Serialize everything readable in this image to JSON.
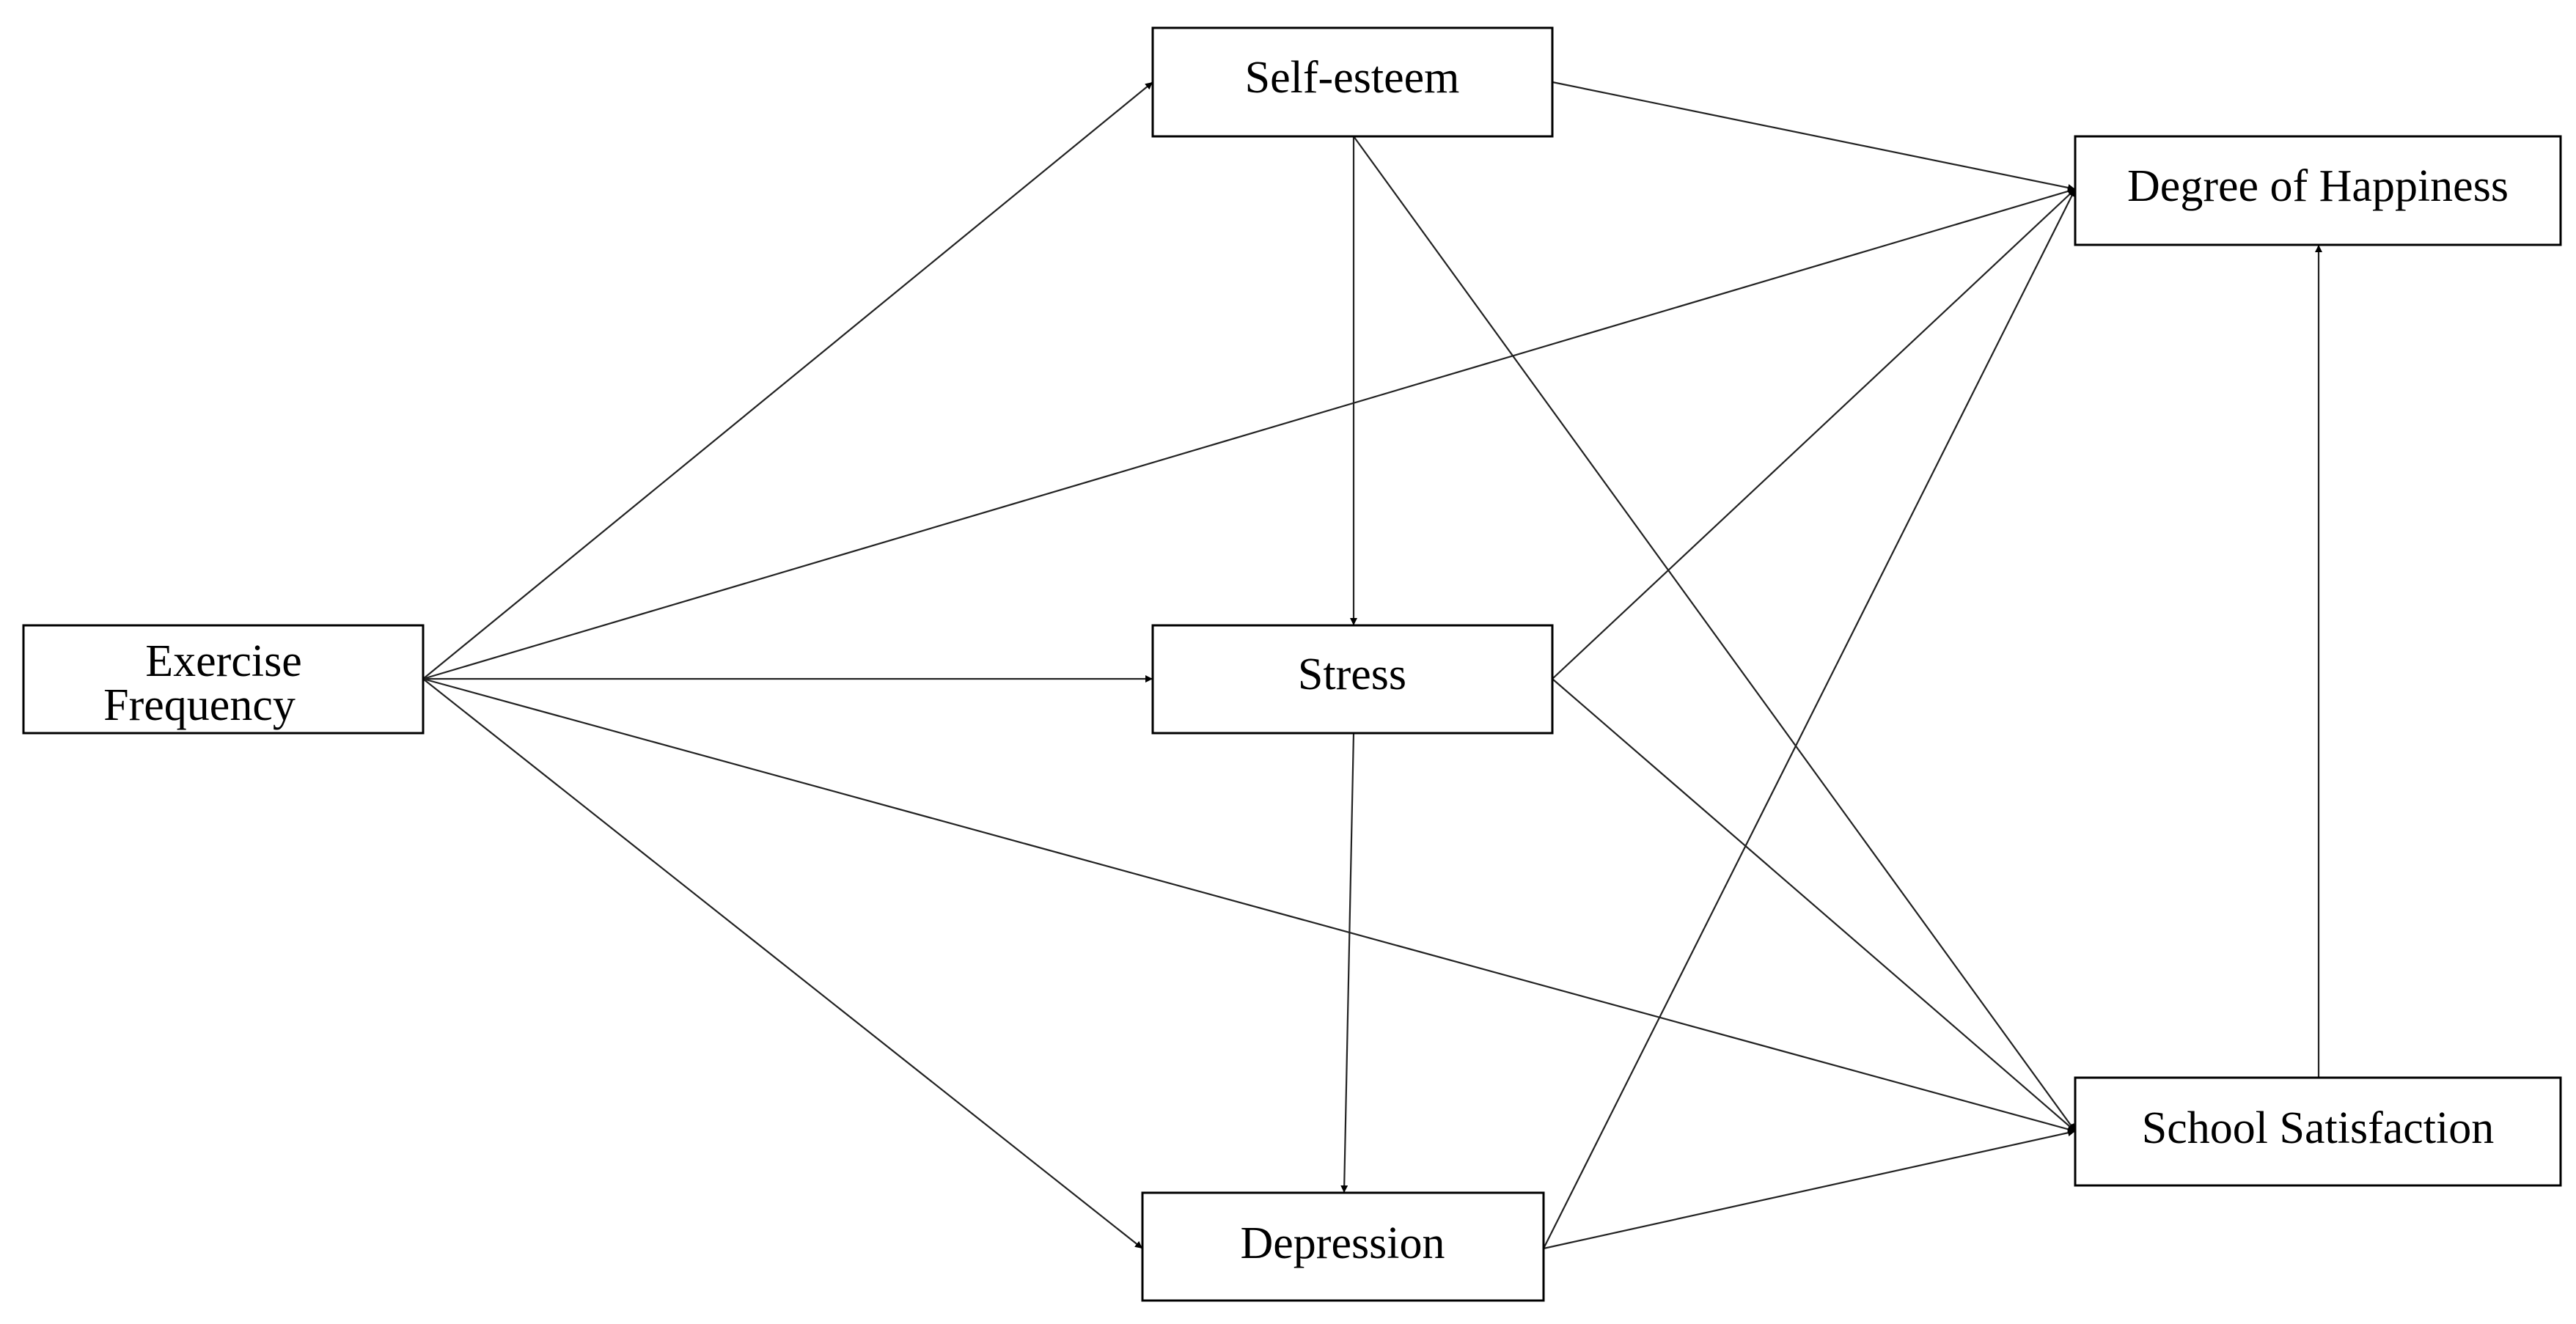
{
  "diagram": {
    "nodes": {
      "exercise": {
        "lines": [
          "Exercise",
          "Frequency"
        ]
      },
      "self_esteem": {
        "label": "Self-esteem"
      },
      "stress": {
        "label": "Stress"
      },
      "depression": {
        "label": "Depression"
      },
      "happiness": {
        "label": "Degree of Happiness"
      },
      "school": {
        "label": "School Satisfaction"
      }
    },
    "edges": [
      {
        "from": "exercise",
        "to": "self_esteem"
      },
      {
        "from": "exercise",
        "to": "stress"
      },
      {
        "from": "exercise",
        "to": "depression"
      },
      {
        "from": "exercise",
        "to": "happiness"
      },
      {
        "from": "exercise",
        "to": "school"
      },
      {
        "from": "self_esteem",
        "to": "stress"
      },
      {
        "from": "self_esteem",
        "to": "happiness"
      },
      {
        "from": "self_esteem",
        "to": "school"
      },
      {
        "from": "stress",
        "to": "depression"
      },
      {
        "from": "stress",
        "to": "happiness"
      },
      {
        "from": "stress",
        "to": "school"
      },
      {
        "from": "depression",
        "to": "happiness"
      },
      {
        "from": "depression",
        "to": "school"
      },
      {
        "from": "school",
        "to": "happiness"
      }
    ]
  }
}
